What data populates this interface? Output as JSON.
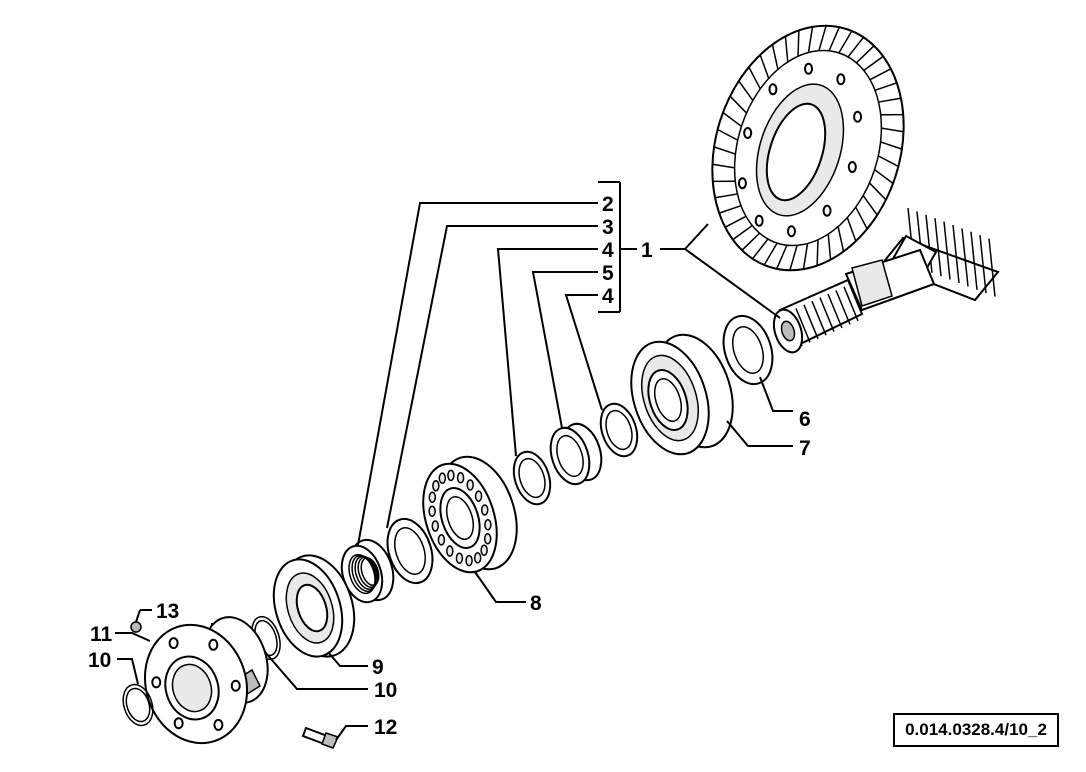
{
  "callouts": {
    "c1": "1",
    "c2": "2",
    "c3": "3",
    "c4a": "4",
    "c5": "5",
    "c4b": "4",
    "c6": "6",
    "c7": "7",
    "c8": "8",
    "c9": "9",
    "c10a": "10",
    "c10b": "10",
    "c11": "11",
    "c12": "12",
    "c13": "13"
  },
  "reference_code": "0.014.0328.4/10_2"
}
